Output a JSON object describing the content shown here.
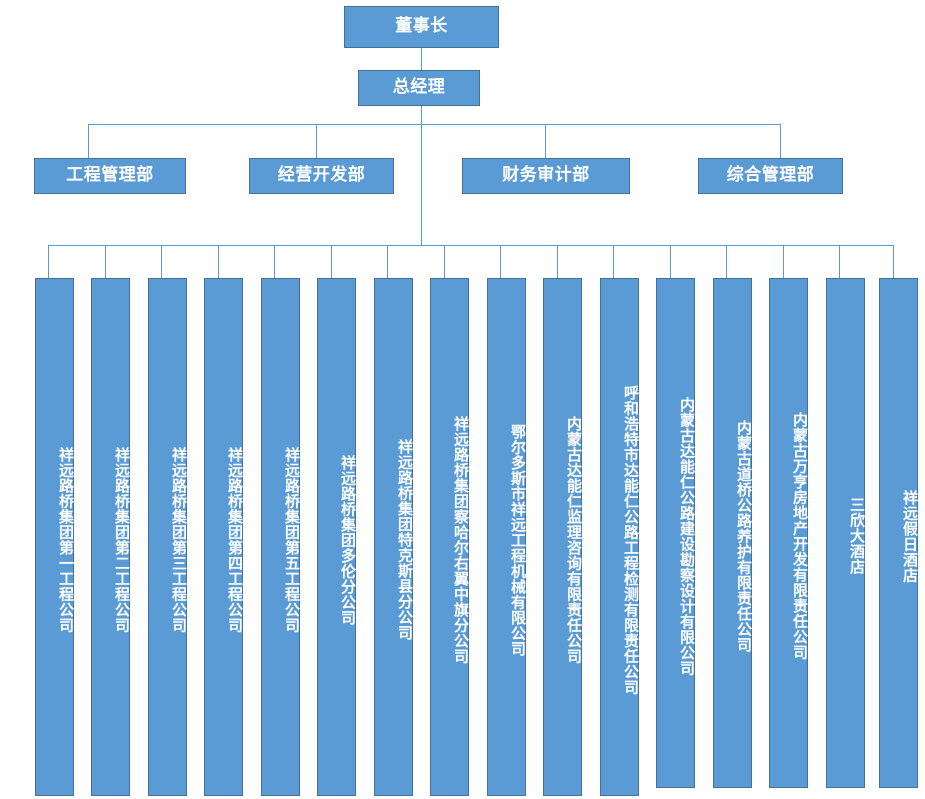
{
  "chart": {
    "title_box": {
      "label": "董事长"
    },
    "second_box": {
      "label": "总经理"
    },
    "departments": [
      {
        "label": "工程管理部"
      },
      {
        "label": "经营开发部"
      },
      {
        "label": "财务审计部"
      },
      {
        "label": "综合管理部"
      }
    ],
    "subsidiaries": [
      {
        "label": "祥远路桥集团第一工程公司"
      },
      {
        "label": "祥远路桥集团第二工程公司"
      },
      {
        "label": "祥远路桥集团第三工程公司"
      },
      {
        "label": "祥远路桥集团第四工程公司"
      },
      {
        "label": "祥远路桥集团第五工程公司"
      },
      {
        "label": "祥远路桥集团多伦分公司"
      },
      {
        "label": "祥远路桥集团特克斯县分公司"
      },
      {
        "label": "祥远路桥集团察哈尔右翼中旗分公司"
      },
      {
        "label": "鄂尔多斯市祥远工程机械有限公司"
      },
      {
        "label": "内蒙古达能仁监理咨询有限责任公司"
      },
      {
        "label": "呼和浩特市达能仁公路工程检测有限责任公司"
      },
      {
        "label": "内蒙古达能仁公路建设勘察设计有限公司"
      },
      {
        "label": "内蒙古道桥公路养护有限责任公司"
      },
      {
        "label": "内蒙古万亨房地产开发有限责任公司"
      },
      {
        "label": "三欣大酒店"
      },
      {
        "label": "祥远假日酒店"
      }
    ],
    "colors": {
      "box_fill": "#5B9BD5",
      "box_border": "#41719C",
      "connector": "#5B9BD5",
      "text": "#FFFFFF",
      "background": "#FFFFFF"
    }
  }
}
